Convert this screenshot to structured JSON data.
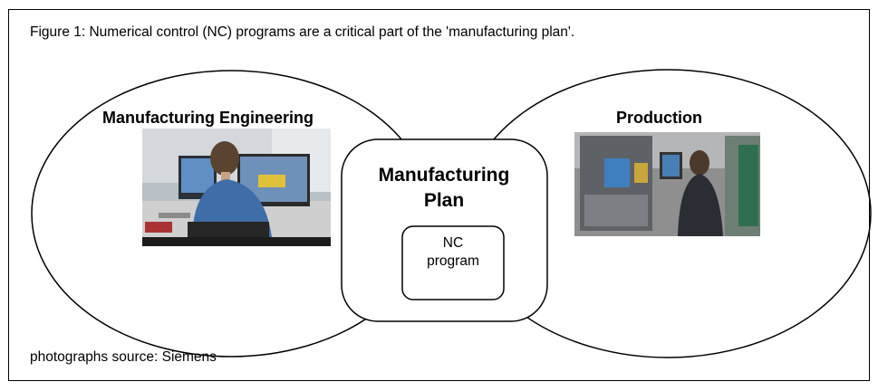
{
  "figure": {
    "caption": "Figure 1:  Numerical control (NC) programs are a critical part of the 'manufacturing plan'.",
    "source_note": "photographs source: Siemens"
  },
  "left_oval": {
    "label": "Manufacturing Engineering"
  },
  "right_oval": {
    "label": "Production"
  },
  "center_box": {
    "title_line1": "Manufacturing",
    "title_line2": "Plan"
  },
  "inner_box": {
    "line1": "NC",
    "line2": "program"
  },
  "colors": {
    "stroke": "#000000",
    "background": "#ffffff"
  }
}
